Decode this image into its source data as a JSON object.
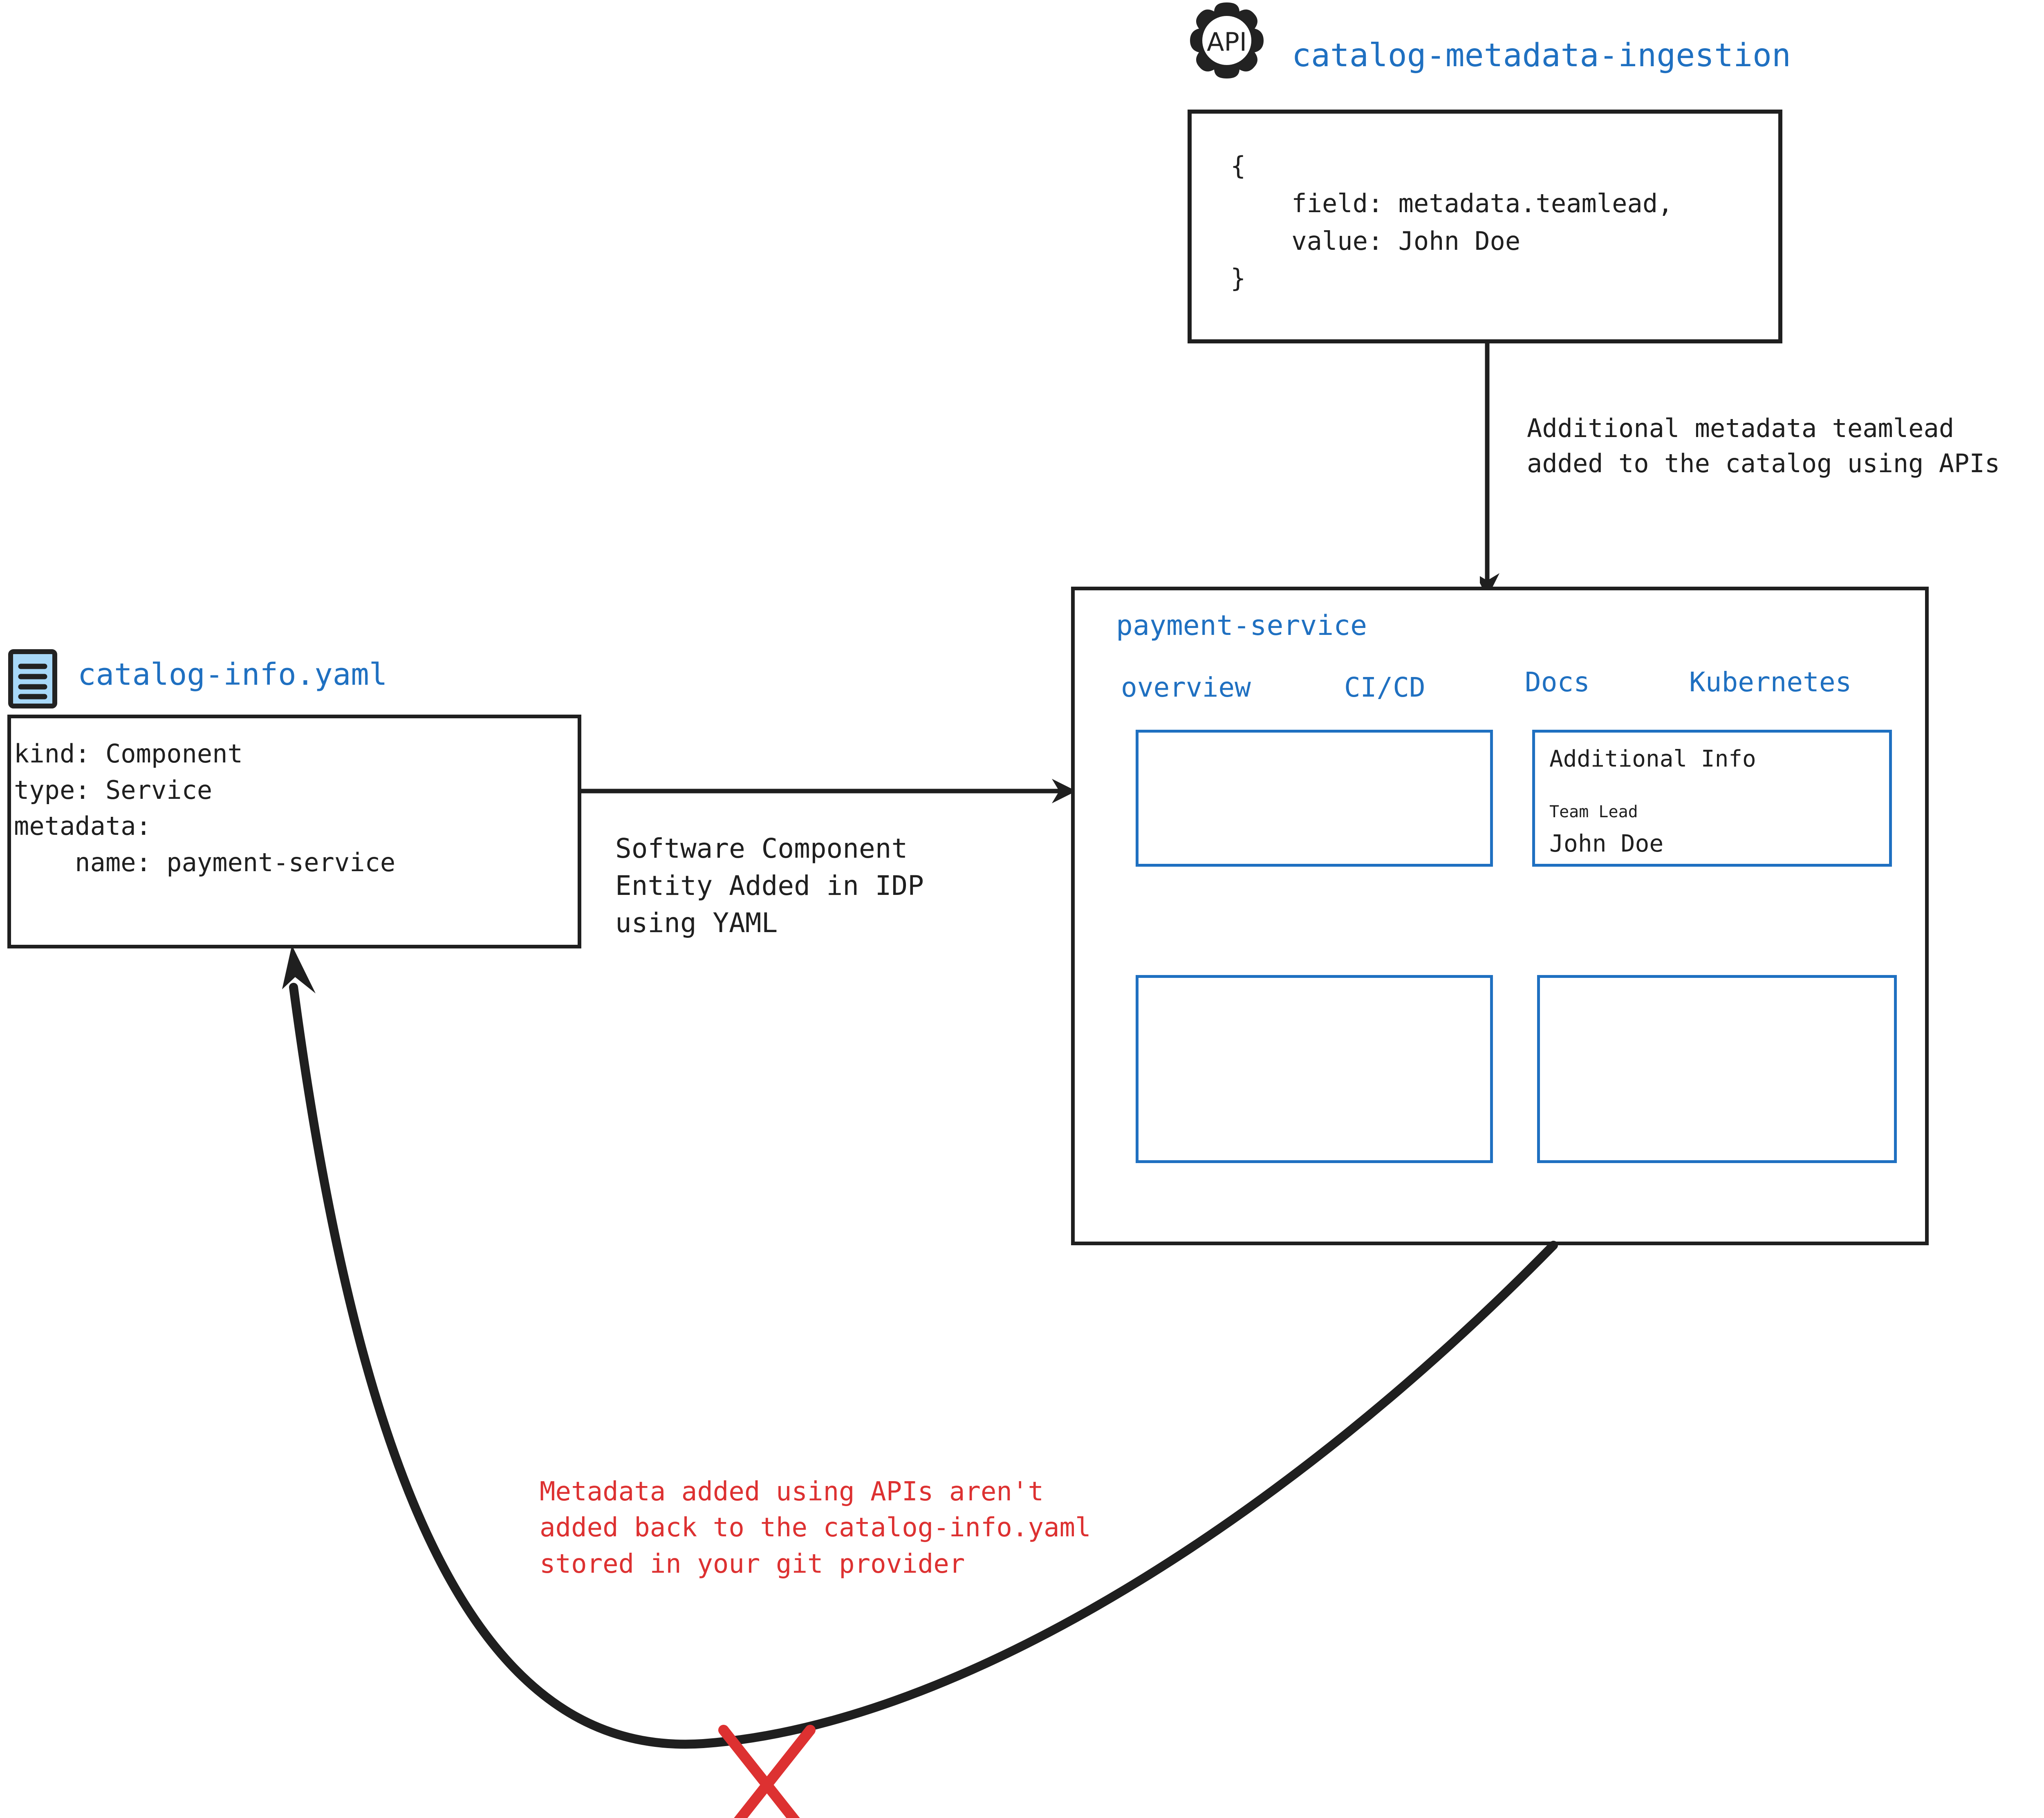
{
  "colors": {
    "accent_blue": "#1f70c1",
    "ink": "#1f1f1f",
    "warning_red": "#dd3131",
    "yaml_icon_fill": "#a8d8f8"
  },
  "api_source": {
    "icon": "api-gear-icon",
    "icon_label": "API",
    "title": "catalog-metadata-ingestion",
    "code": "{\n    field: metadata.teamlead,\n    value: John Doe\n}"
  },
  "api_arrow": {
    "label": "Additional metadata teamlead\nadded to the catalog using APIs"
  },
  "yaml_source": {
    "icon": "yaml-file-icon",
    "title": "catalog-info.yaml",
    "code": "kind: Component\ntype: Service\nmetadata:\n    name: payment-service"
  },
  "yaml_arrow": {
    "label": "Software Component\nEntity Added in IDP\nusing YAML"
  },
  "panel": {
    "title": "payment-service",
    "tabs": [
      {
        "label": "overview"
      },
      {
        "label": "CI/CD"
      },
      {
        "label": "Docs"
      },
      {
        "label": "Kubernetes"
      }
    ],
    "cards": {
      "top_left": {
        "content": ""
      },
      "top_right": {
        "title": "Additional Info",
        "field_label": "Team Lead",
        "field_value": "John Doe"
      },
      "bottom_left": {
        "content": ""
      },
      "bottom_right": {
        "content": ""
      }
    }
  },
  "feedback_loop": {
    "warning": "Metadata added using APIs aren't\nadded back to the catalog-info.yaml\nstored in your git provider",
    "blocked_marker": "red-x-icon"
  }
}
